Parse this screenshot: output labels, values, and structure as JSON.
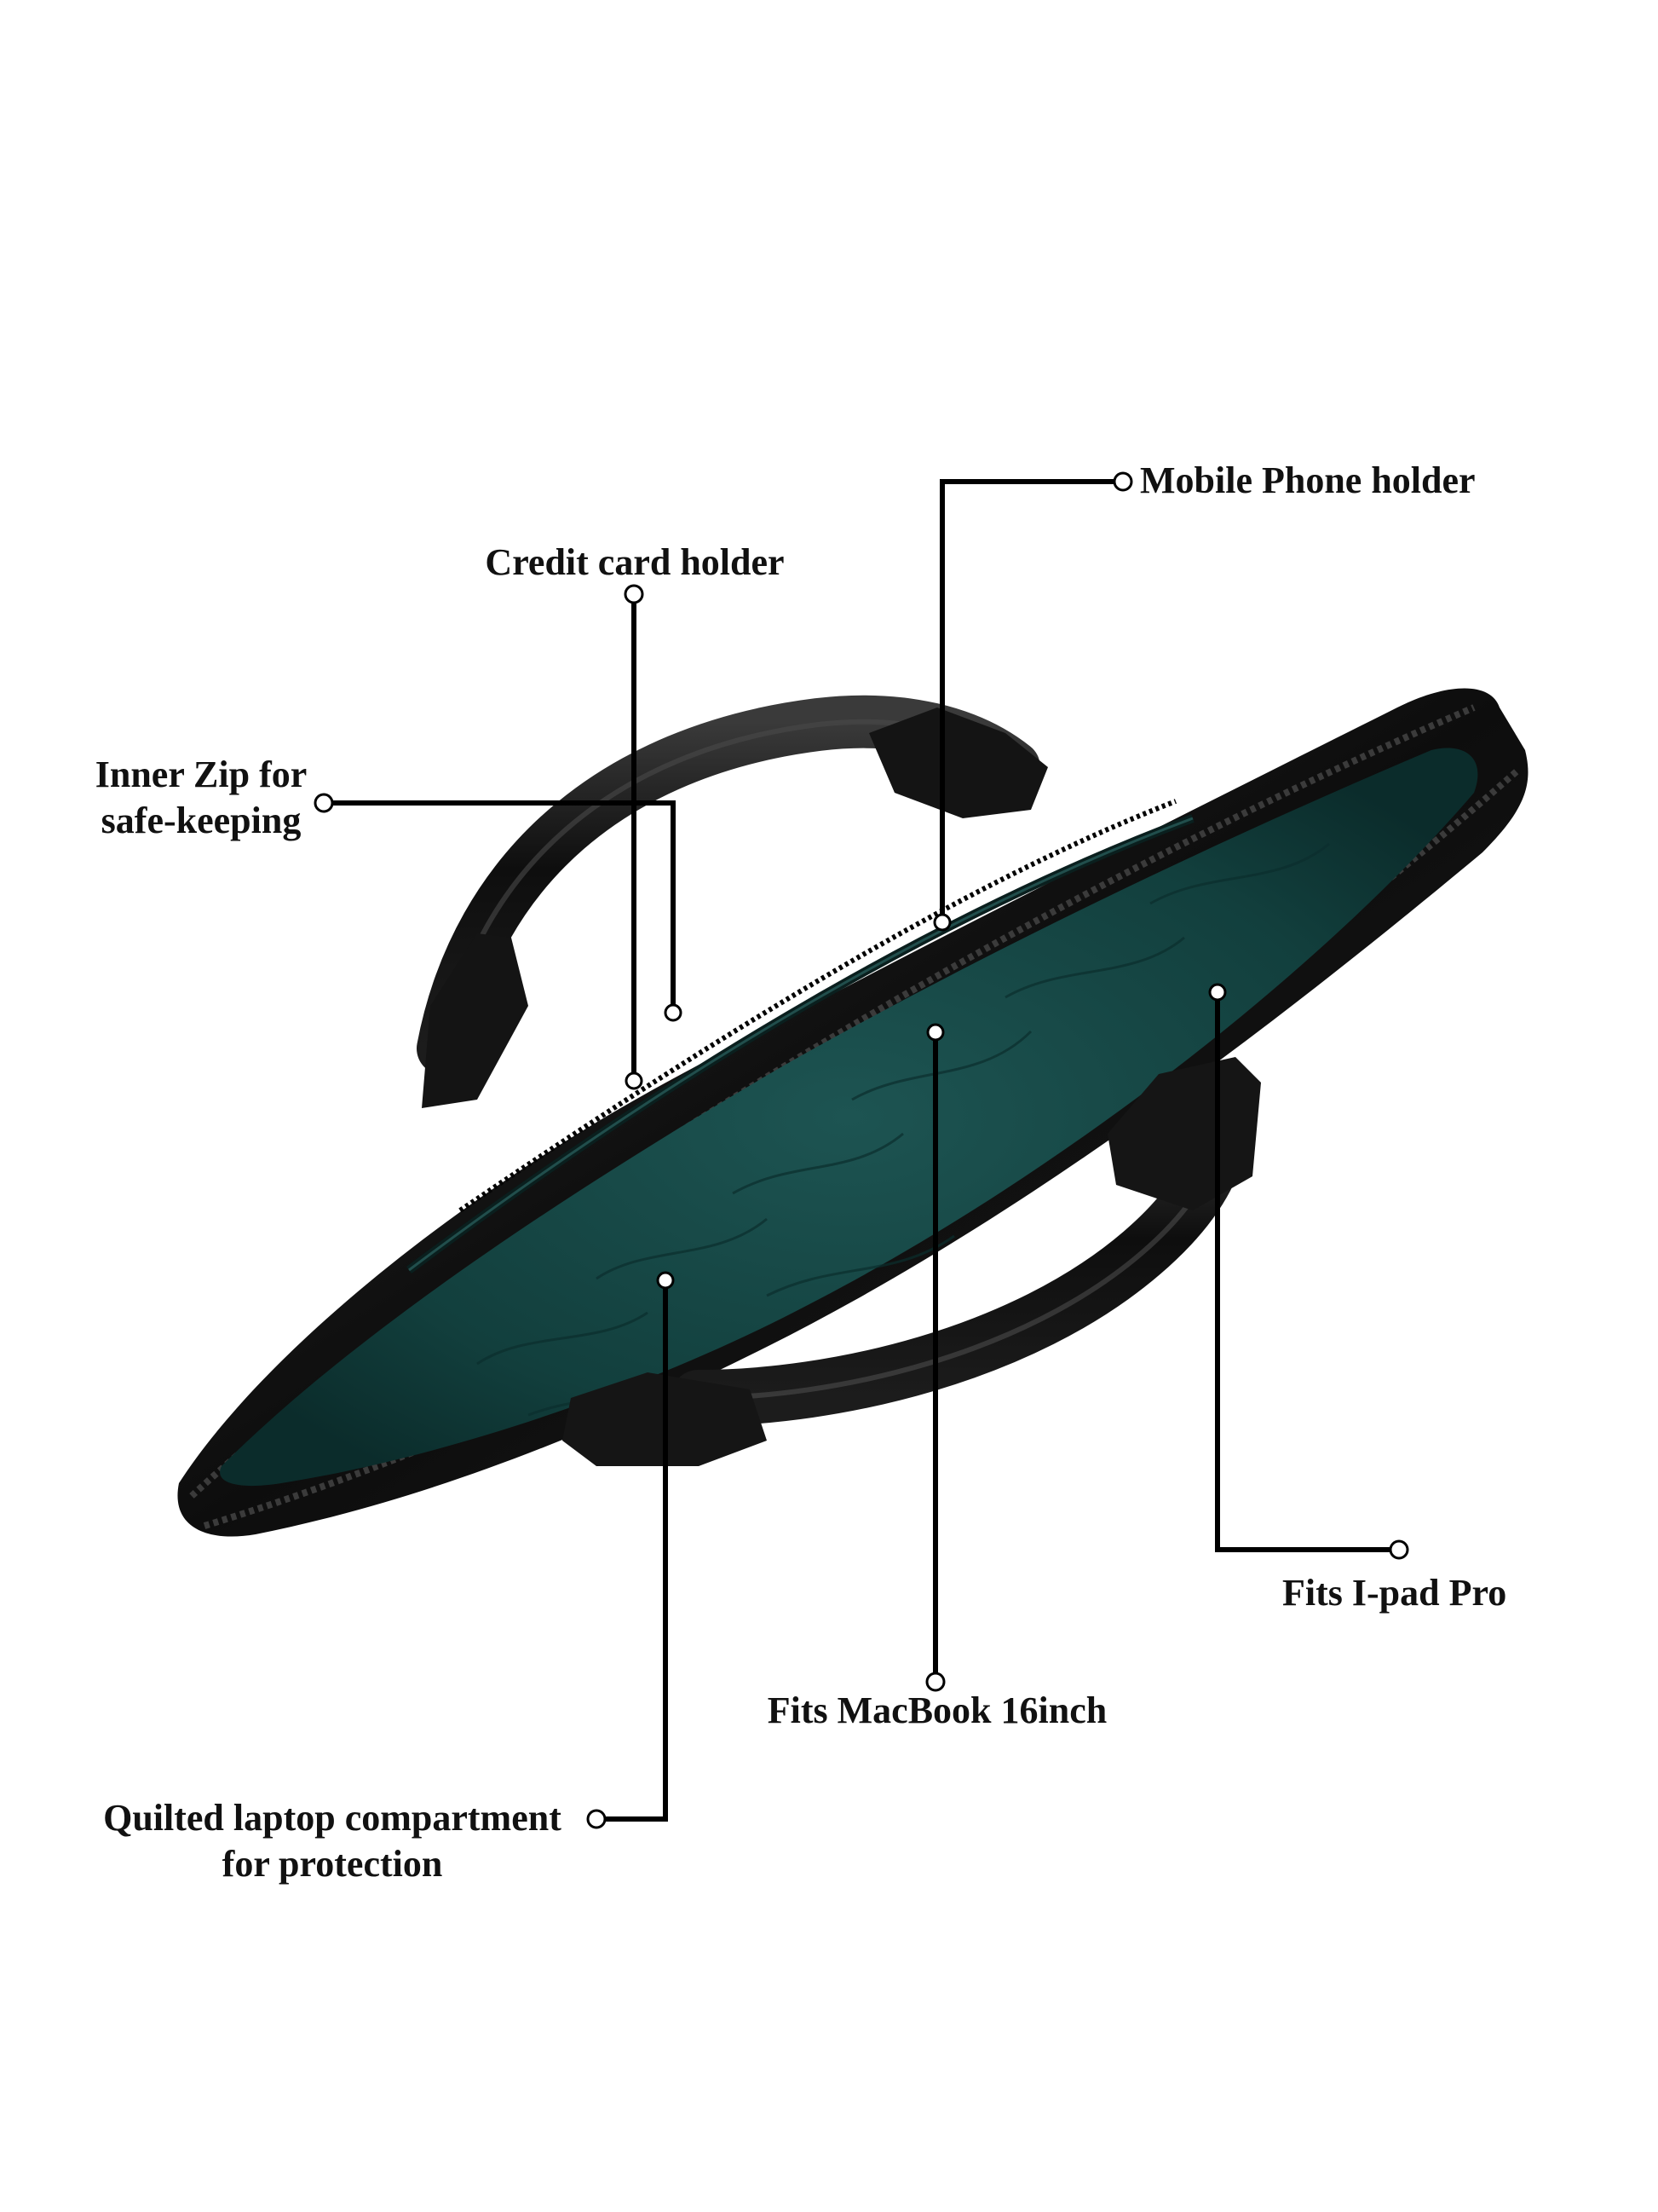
{
  "callouts": {
    "mobile_phone_holder": "Mobile Phone holder",
    "credit_card_holder": "Credit card holder",
    "inner_zip_line1": "Inner Zip for",
    "inner_zip_line2": "safe-keeping",
    "fits_ipad": "Fits I-pad Pro",
    "fits_macbook": "Fits MacBook 16inch",
    "quilted_line1": "Quilted laptop compartment",
    "quilted_line2": "for protection"
  },
  "colors": {
    "lining": "#123f3d",
    "leather": "#141414",
    "leader_line": "#000000"
  }
}
